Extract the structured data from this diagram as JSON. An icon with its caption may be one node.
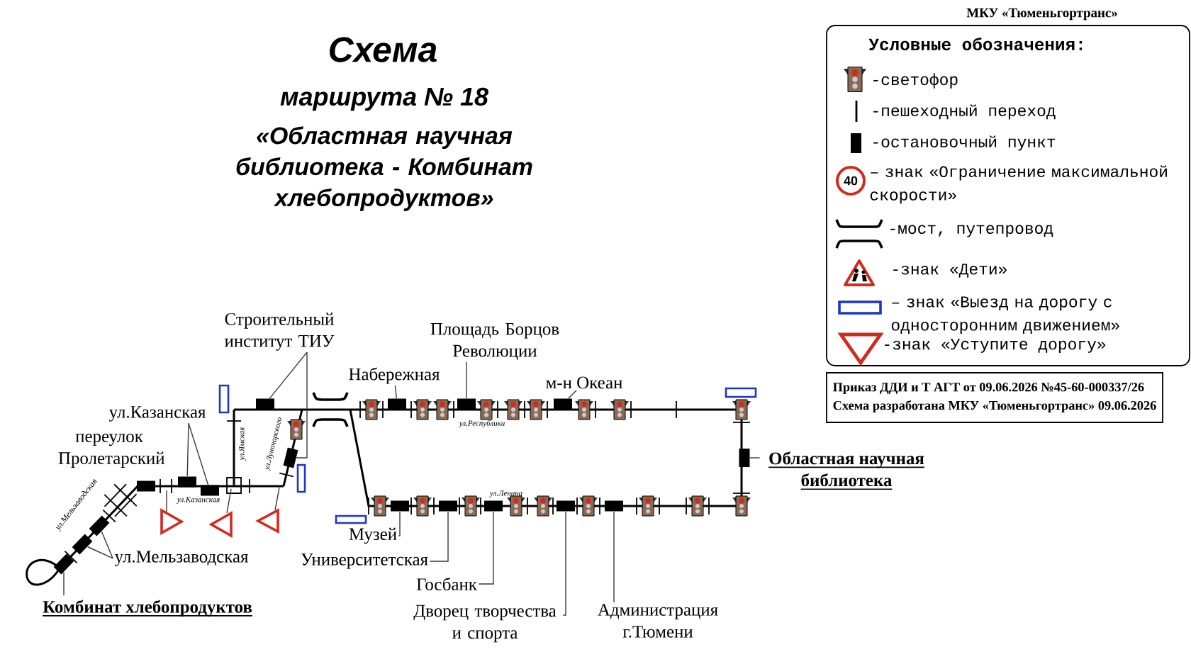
{
  "diagram": {
    "title": "Схема",
    "nodes": [
      {
        "text": [
          "Строительный институт ТИУ"
        ]
      },
      {
        "text": [
          "Площадь Борцов Революции"
        ]
      },
      {
        "text": [
          "Набережная"
        ]
      },
      {
        "text": [
          "м-н Океан"
        ]
      },
      {
        "text": [
          "ул.Казанская"
        ]
      },
      {
        "text": [
          "переулок Пролетарский"
        ]
      },
      {
        "text": [
          "Областная научная библиотека"
        ]
      },
      {
        "text": [
          "Музей"
        ]
      },
      {
        "text": [
          "ул.Мельзаводская"
        ]
      },
      {
        "text": [
          "Университетская"
        ]
      },
      {
        "text": [
          "Госбанк"
        ]
      },
      {
        "text": [
          "Комбинат хлебопродуктов"
        ]
      },
      {
        "text": [
          "Дворец творчества и спорта"
        ]
      },
      {
        "text": [
          "Администрация г.Тюмени"
        ]
      },
      {
        "text": [],
        "shape": "box"
      },
      {
        "text": [],
        "shape": "box"
      },
      {
        "text": [],
        "shape": "box"
      },
      {
        "text": [],
        "shape": "box"
      },
      {
        "text": [],
        "shape": "box"
      },
      {
        "text": [],
        "shape": "box"
      },
      {
        "text": [],
        "shape": "box"
      },
      {
        "text": [],
        "shape": "box"
      },
      {
        "text": [],
        "shape": "box"
      },
      {
        "text": [],
        "shape": "box"
      },
      {
        "text": [],
        "shape": "box"
      },
      {
        "text": [],
        "shape": "box"
      },
      {
        "text": [],
        "shape": "box"
      },
      {
        "text": [],
        "shape": "box"
      },
      {
        "text": [],
        "shape": "box"
      },
      {
        "text": [],
        "shape": "box"
      },
      {
        "text": [],
        "shape": "box"
      },
      {
        "text": [
          "Приказ ДДИ и Т АГТ от 09.06.2026 №45-60-000337/26",
          "Схема разработана МКУ «Тюменьгортранс» 09.06.2026"
        ]
      }
    ],
    "edges": [
      {
        "from": 0,
        "to": 14,
        "arrow": "none"
      },
      {
        "from": 0,
        "to": 15,
        "arrow": "none"
      },
      {
        "from": 2,
        "to": 16,
        "arrow": "none"
      },
      {
        "from": 1,
        "to": 17,
        "arrow": "none"
      },
      {
        "from": 3,
        "to": 18,
        "arrow": "none"
      },
      {
        "from": 6,
        "to": 19,
        "arrow": "none"
      },
      {
        "from": 4,
        "to": 20,
        "arrow": "none"
      },
      {
        "from": 4,
        "to": 21,
        "arrow": "none"
      },
      {
        "from": 8,
        "to": 23,
        "arrow": "none"
      },
      {
        "from": 8,
        "to": 24,
        "arrow": "none"
      },
      {
        "from": 11,
        "to": 25,
        "arrow": "none"
      },
      {
        "from": 7,
        "to": 26,
        "arrow": "none"
      },
      {
        "from": 9,
        "to": 27,
        "arrow": "none"
      },
      {
        "from": 10,
        "to": 28,
        "arrow": "none"
      },
      {
        "from": 12,
        "to": 29,
        "arrow": "none"
      },
      {
        "from": 13,
        "to": 30,
        "arrow": "none"
      }
    ],
    "labels": [
      "МКУ «Тюменьгортранс»",
      "маршрута № 18",
      "«Областная научная библиотека - Комбинат хлебопродуктов»",
      "Условные обозначения:",
      "40",
      "ул.Ямская",
      "ул.Луначарского",
      "ул.Республики",
      "ул.Ленина",
      "ул.Казанская",
      "ул.Мельзаводская"
    ],
    "legend": [
      {
        "text": "-светофор"
      },
      {
        "text": "-пешеходный переход"
      },
      {
        "text": "-остановочный пункт"
      },
      {
        "text": "– знак «Ограничение максимальной скорости»"
      },
      {
        "text": "-мост, путепровод"
      },
      {
        "text": "-знак «Дети»"
      },
      {
        "text": "– знак «Выезд на дорогу с односторонним движением»"
      },
      {
        "text": "-знак «Уступите дорогу»"
      }
    ]
  }
}
